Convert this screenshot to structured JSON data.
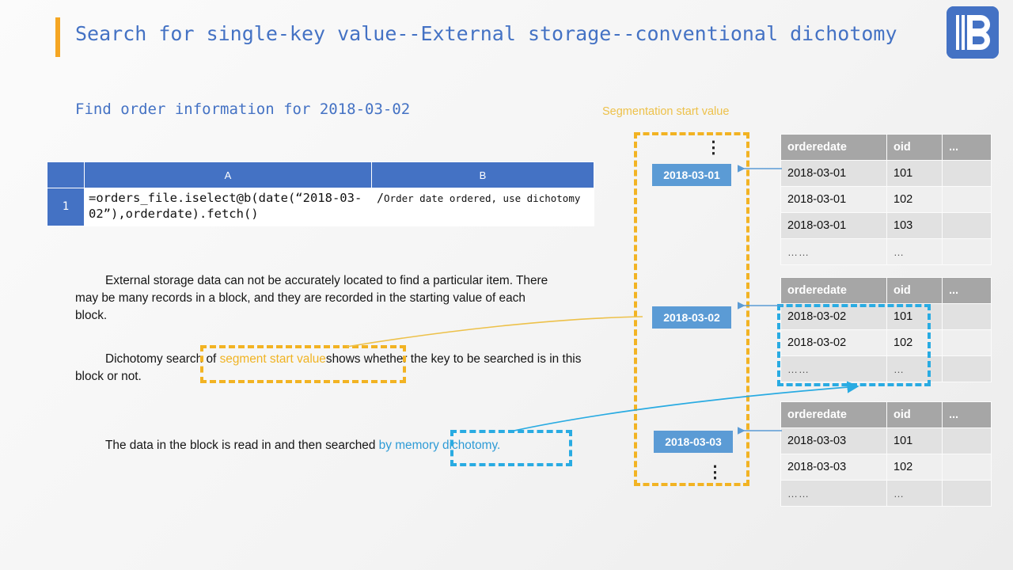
{
  "slide": {
    "title": "Search for single-key value--External storage--conventional dichotomy",
    "subtitle": "Find order information for 2018-03-02",
    "segmentation_label": "Segmentation start value",
    "logo_name": "raqsoft-r-logo"
  },
  "colors": {
    "accent_blue": "#4472C4",
    "title_bar_orange": "#F5A623",
    "dashed_orange": "#F2B323",
    "dashed_blue": "#29ABE2",
    "seg_box_blue": "#5B9BD5",
    "table_header_gray": "#A6A6A6",
    "row_odd": "#E1E1E1",
    "row_even": "#EFEFEF",
    "text_link_blue": "#2E9BD6",
    "text_link_orange": "#F0B323"
  },
  "code_table": {
    "columns": [
      "",
      "A",
      "B"
    ],
    "rows": [
      {
        "index": "1",
        "A": "=orders_file.iselect@b(date(“2018-03-02”),orderdate).fetch()",
        "B_slash": "/",
        "B": "Order date ordered, use dichotomy"
      }
    ]
  },
  "paragraphs": {
    "p1": "External storage data can not be accurately located to find a particular item. There may be many records in a block, and they are recorded in the starting value of each block.",
    "p2_before": "Dichotomy search of ",
    "p2_highlight": "segment start value",
    "p2_after": "shows whether the key to be searched is in this block or not.",
    "p3_before": "The data in the block is read in and then searched",
    "p3_highlight": " by memory dichotomy."
  },
  "segment_column": {
    "top_ellipsis": "⋮",
    "bottom_ellipsis": "⋮",
    "boxes": [
      "2018-03-01",
      "2018-03-02",
      "2018-03-03"
    ]
  },
  "data_tables": [
    {
      "headers": [
        "orderedate",
        "oid",
        "..."
      ],
      "rows": [
        [
          "2018-03-01",
          "101",
          ""
        ],
        [
          "2018-03-01",
          "102",
          ""
        ],
        [
          "2018-03-01",
          "103",
          ""
        ],
        [
          "……",
          "…",
          ""
        ]
      ]
    },
    {
      "headers": [
        "orderedate",
        "oid",
        "..."
      ],
      "rows": [
        [
          "2018-03-02",
          "101",
          ""
        ],
        [
          "2018-03-02",
          "102",
          ""
        ],
        [
          "……",
          "…",
          ""
        ]
      ]
    },
    {
      "headers": [
        "orderedate",
        "oid",
        "..."
      ],
      "rows": [
        [
          "2018-03-03",
          "101",
          ""
        ],
        [
          "2018-03-03",
          "102",
          ""
        ],
        [
          "……",
          "…",
          ""
        ]
      ]
    }
  ]
}
